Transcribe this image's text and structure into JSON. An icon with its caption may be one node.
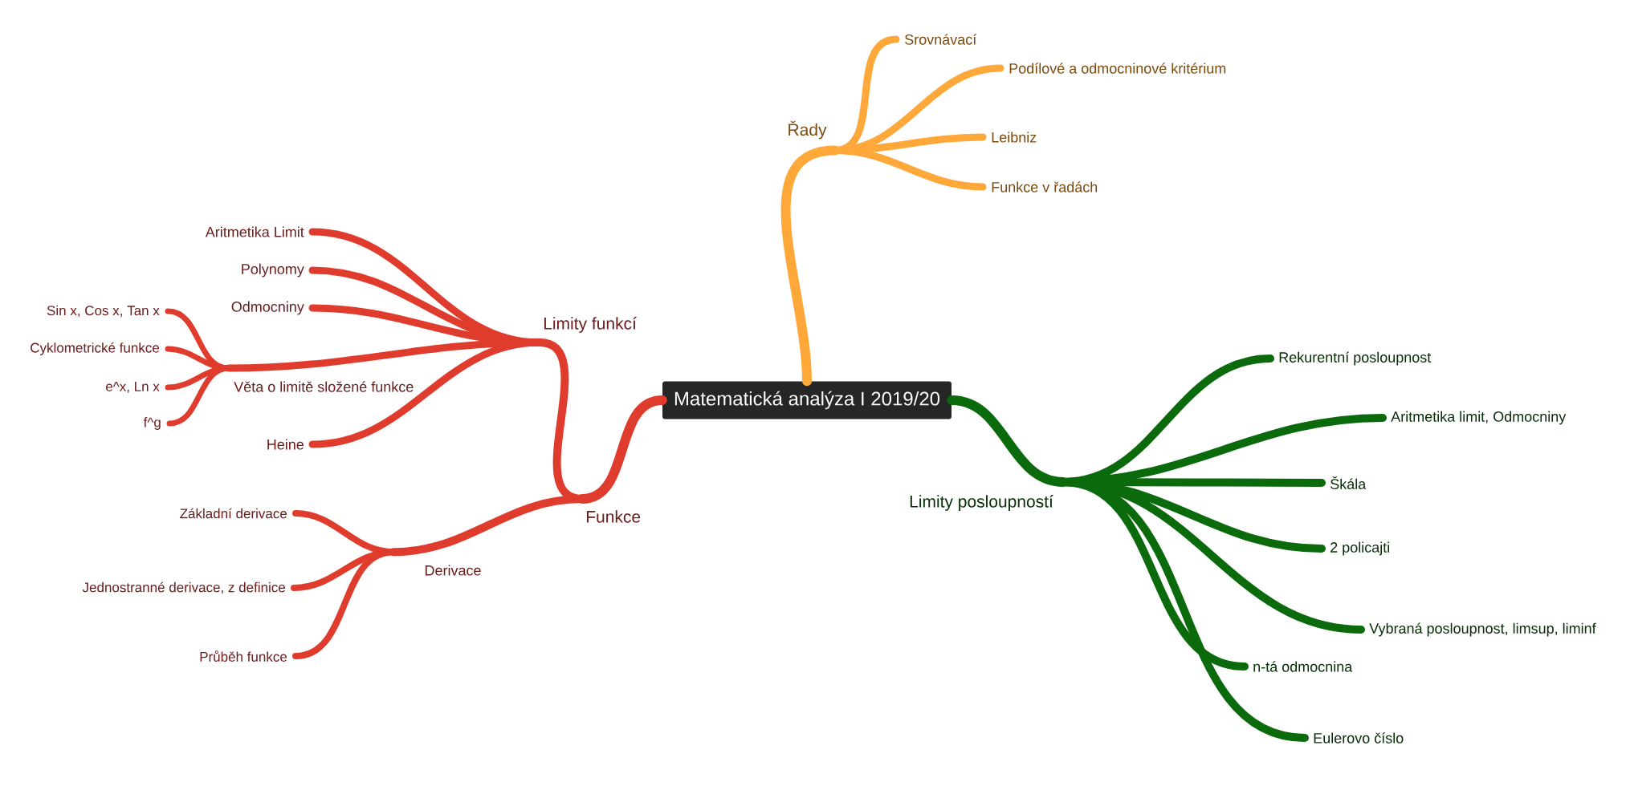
{
  "diagram": {
    "nodes": [
      {
        "text": [
          "Matematická analýza I 2019/20"
        ]
      },
      {
        "text": [
          "Řady"
        ]
      },
      {
        "text": [
          "Srovnávací"
        ]
      },
      {
        "text": [
          "Podílové a odmocninové kritérium"
        ]
      },
      {
        "text": [
          "Leibniz"
        ]
      },
      {
        "text": [
          "Funkce v řadách"
        ]
      },
      {
        "text": [
          "Funkce"
        ]
      },
      {
        "text": [
          "Limity funkcí"
        ]
      },
      {
        "text": [
          "Aritmetika Limit"
        ]
      },
      {
        "text": [
          "Polynomy"
        ]
      },
      {
        "text": [
          "Odmocniny"
        ]
      },
      {
        "text": [
          "Věta o limitě složené funkce"
        ]
      },
      {
        "text": [
          "Sin x, Cos x, Tan x"
        ]
      },
      {
        "text": [
          "Cyklometrické funkce"
        ]
      },
      {
        "text": [
          "e^x, Ln x"
        ]
      },
      {
        "text": [
          "f^g"
        ]
      },
      {
        "text": [
          "Heine"
        ]
      },
      {
        "text": [
          "Derivace"
        ]
      },
      {
        "text": [
          "Základní derivace"
        ]
      },
      {
        "text": [
          "Jednostranné derivace, z definice"
        ]
      },
      {
        "text": [
          "Průběh funkce"
        ]
      },
      {
        "text": [
          "Limity posloupností"
        ]
      },
      {
        "text": [
          "Rekurentní posloupnost"
        ]
      },
      {
        "text": [
          "Aritmetika limit, Odmocniny"
        ]
      },
      {
        "text": [
          "Škála"
        ]
      },
      {
        "text": [
          "2 policajti"
        ]
      },
      {
        "text": [
          "Vybraná posloupnost, limsup, liminf"
        ]
      },
      {
        "text": [
          "n-tá odmocnina"
        ]
      },
      {
        "text": [
          "Eulerovo číslo"
        ]
      }
    ],
    "edges": [
      {
        "from": 0,
        "to": 1,
        "arrow": "none",
        "color": "#ffa83a"
      },
      {
        "from": 1,
        "to": 2,
        "arrow": "none",
        "color": "#ffa83a"
      },
      {
        "from": 1,
        "to": 3,
        "arrow": "none",
        "color": "#ffa83a"
      },
      {
        "from": 1,
        "to": 4,
        "arrow": "none",
        "color": "#ffa83a"
      },
      {
        "from": 1,
        "to": 5,
        "arrow": "none",
        "color": "#ffa83a"
      },
      {
        "from": 0,
        "to": 6,
        "arrow": "none"
      },
      {
        "from": 6,
        "to": 7,
        "arrow": "none"
      },
      {
        "from": 7,
        "to": 8,
        "arrow": "none"
      },
      {
        "from": 7,
        "to": 9,
        "arrow": "none"
      },
      {
        "from": 7,
        "to": 10,
        "arrow": "none"
      },
      {
        "from": 7,
        "to": 11,
        "arrow": "none"
      },
      {
        "from": 11,
        "to": 12,
        "arrow": "none"
      },
      {
        "from": 11,
        "to": 13,
        "arrow": "none"
      },
      {
        "from": 11,
        "to": 14,
        "arrow": "none"
      },
      {
        "from": 11,
        "to": 15,
        "arrow": "none"
      },
      {
        "from": 7,
        "to": 16,
        "arrow": "none"
      },
      {
        "from": 6,
        "to": 17,
        "arrow": "none"
      },
      {
        "from": 17,
        "to": 18,
        "arrow": "none"
      },
      {
        "from": 17,
        "to": 19,
        "arrow": "none"
      },
      {
        "from": 17,
        "to": 20,
        "arrow": "none"
      },
      {
        "from": 0,
        "to": 21,
        "arrow": "none",
        "color": "#0b6a0b"
      },
      {
        "from": 21,
        "to": 22,
        "arrow": "none",
        "color": "#0b6a0b"
      },
      {
        "from": 21,
        "to": 23,
        "arrow": "none",
        "color": "#0b6a0b"
      },
      {
        "from": 21,
        "to": 24,
        "arrow": "none",
        "color": "#0b6a0b"
      },
      {
        "from": 21,
        "to": 25,
        "arrow": "none",
        "color": "#0b6a0b"
      },
      {
        "from": 21,
        "to": 26,
        "arrow": "none",
        "color": "#0b6a0b"
      },
      {
        "from": 21,
        "to": 27,
        "arrow": "none",
        "color": "#0b6a0b"
      },
      {
        "from": 21,
        "to": 28,
        "arrow": "none",
        "color": "#0b6a0b"
      }
    ]
  }
}
